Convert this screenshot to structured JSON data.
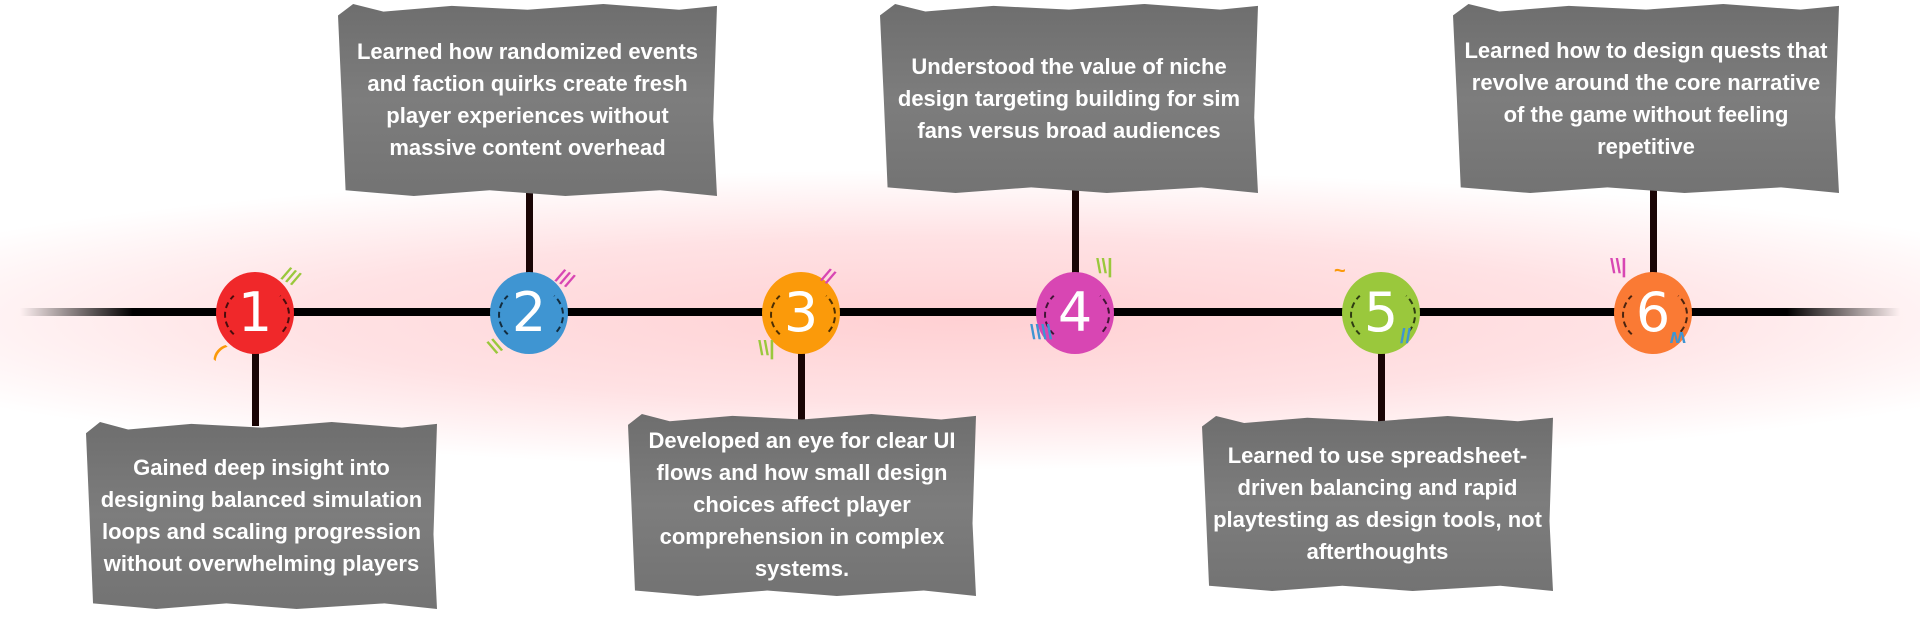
{
  "colors": {
    "c1": "#f0282a",
    "c2": "#3f95d2",
    "c3": "#fb9a0a",
    "c4": "#d846b3",
    "c5": "#9ac83c",
    "c6": "#fa7a34"
  },
  "milestones": [
    {
      "number": "1",
      "text": "Gained deep insight into designing balanced simulation loops and scaling progression without overwhelming players"
    },
    {
      "number": "2",
      "text": "Learned how randomized events and faction quirks create fresh player experiences without massive content overhead"
    },
    {
      "number": "3",
      "text": "Developed an eye for clear UI flows and how small design choices affect player comprehension in complex systems."
    },
    {
      "number": "4",
      "text": "Understood the value of niche design targeting building for sim fans versus broad audiences"
    },
    {
      "number": "5",
      "text": "Learned to use spreadsheet-driven balancing and rapid playtesting as design tools, not afterthoughts"
    },
    {
      "number": "6",
      "text": "Learned how to design quests that revolve around the core narrative of the game without feeling repetitive"
    }
  ]
}
